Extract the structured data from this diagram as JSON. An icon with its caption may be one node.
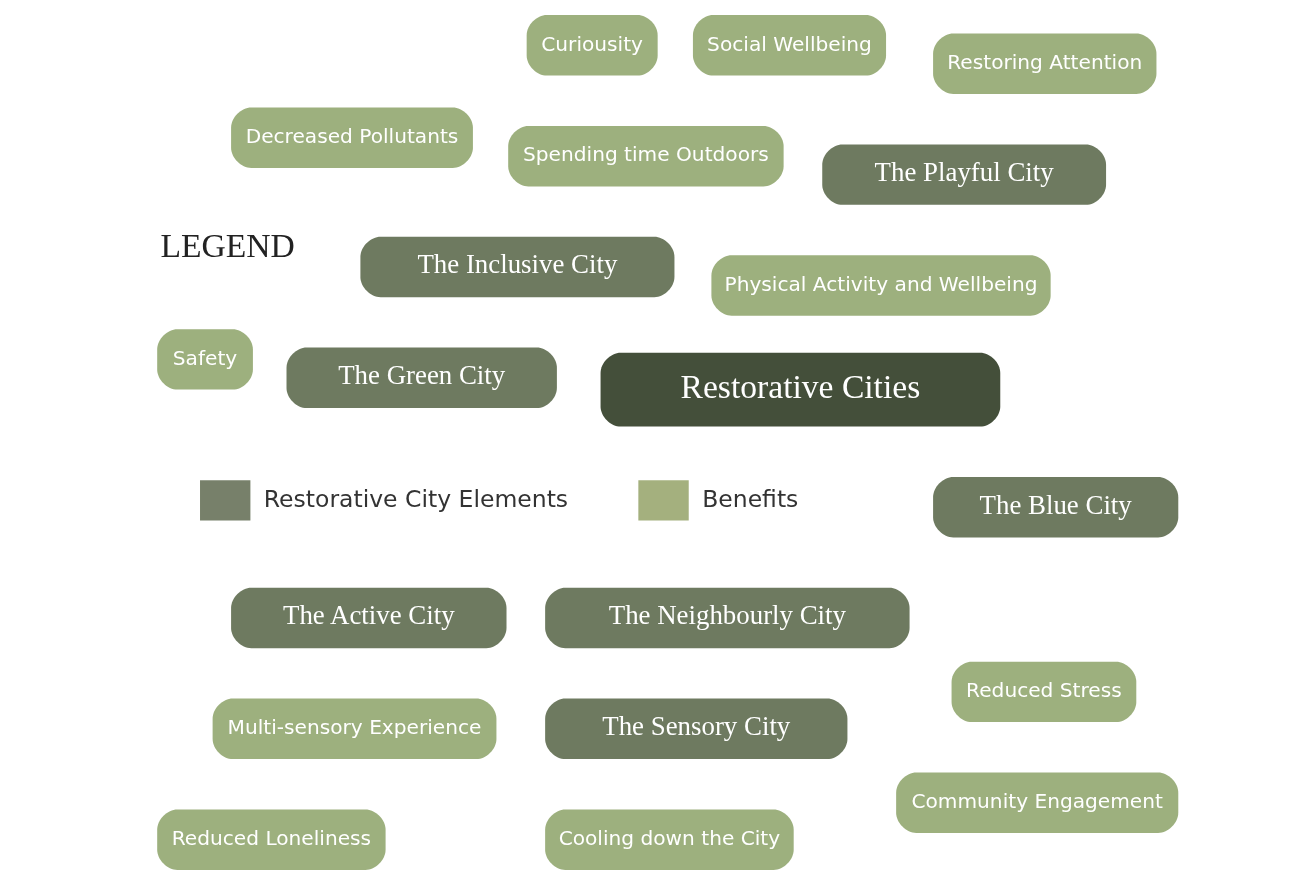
{
  "diagram": {
    "nodes": [
      {
        "text": [
          "Reduced Stress"
        ]
      },
      {
        "text": [
          "Decreased Pollutants"
        ]
      },
      {
        "text": [
          "Safety"
        ]
      },
      {
        "text": [
          "Restoring Attention"
        ]
      },
      {
        "text": [
          "Curiousity"
        ]
      },
      {
        "text": [
          "The Inclusive City"
        ]
      },
      {
        "text": [
          "The Green City"
        ]
      },
      {
        "text": [
          "Cooling down the City"
        ]
      },
      {
        "text": [
          "The Playful City"
        ]
      },
      {
        "text": [
          "The Blue City"
        ]
      },
      {
        "text": [
          "Social Wellbeing"
        ]
      },
      {
        "text": [
          "Restorative Cities"
        ]
      },
      {
        "text": [
          "Spending time Outdoors"
        ]
      },
      {
        "text": [
          "The Active City"
        ]
      },
      {
        "text": [
          "The Sensory City"
        ]
      },
      {
        "text": [
          "The Neighbourly City"
        ]
      },
      {
        "text": [
          "Multi-sensory Experience"
        ]
      },
      {
        "text": [
          "Physical Activity and Wellbeing"
        ]
      },
      {
        "text": [
          "Reduced Loneliness"
        ]
      },
      {
        "text": [
          "Community Engagement"
        ]
      }
    ],
    "labels": [
      "LEGEND"
    ],
    "legend": [
      {
        "text": "Restorative City Elements",
        "color": "#77806a"
      },
      {
        "text": "Benefits",
        "color": "#a4b07e"
      }
    ]
  }
}
